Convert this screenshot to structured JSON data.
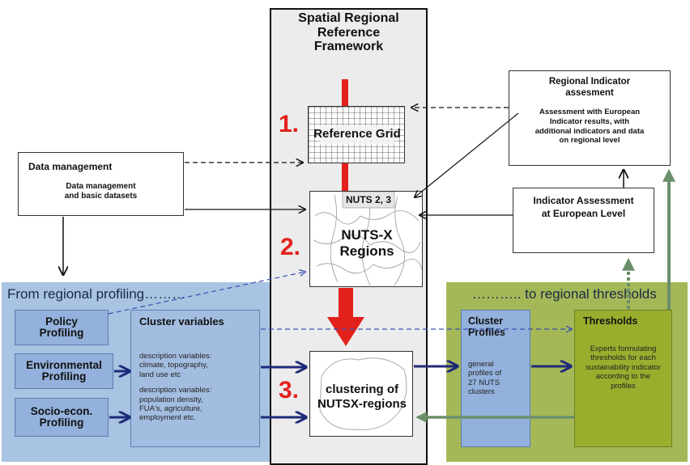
{
  "center": {
    "title_lines": [
      "Spatial Regional",
      "Reference",
      "Framework"
    ],
    "steps": [
      {
        "number": "1.",
        "label": "Reference Grid"
      },
      {
        "number": "2.",
        "label_lines": [
          "NUTS-X",
          "Regions"
        ],
        "sublabel": "NUTS 2, 3"
      },
      {
        "number": "3.",
        "label_lines": [
          "clustering of",
          "NUTSX-regions"
        ]
      }
    ]
  },
  "data_management": {
    "title": "Data management",
    "subtitle_lines": [
      "Data management",
      "and basic datasets"
    ]
  },
  "regional_indicator": {
    "title_lines": [
      "Regional Indicator",
      "assesment"
    ],
    "body_lines": [
      "Assessment with European",
      "Indicator results, with",
      "additional indicators and data",
      "on regional level"
    ]
  },
  "european_indicator": {
    "title_lines": [
      "Indicator Assessment",
      "at European Level"
    ]
  },
  "left_panel": {
    "title": "From regional profiling………",
    "profiles": [
      {
        "lines": [
          "Policy",
          "Profiling"
        ]
      },
      {
        "lines": [
          "Environmental",
          "Profiling"
        ]
      },
      {
        "lines": [
          "Socio-econ.",
          "Profiling"
        ]
      }
    ],
    "cluster_variables": {
      "title": "Cluster variables",
      "desc1_lines": [
        "description variables:",
        "climate, topography,",
        "land use etc"
      ],
      "desc2_lines": [
        "description variables:",
        "population density,",
        "FUA's, agriculture,",
        "employment etc."
      ]
    }
  },
  "right_panel": {
    "title": "……….. to regional thresholds",
    "cluster_profiles": {
      "title_lines": [
        "Cluster",
        "Profiles"
      ],
      "body_lines": [
        "general",
        "profiles of",
        "27 NUTS",
        "clusters"
      ]
    },
    "thresholds": {
      "title": "Thresholds",
      "body_lines": [
        "Experts formulating",
        "thresholds for each",
        "sustainability indicator",
        "according to the",
        "profiles"
      ]
    }
  },
  "colors": {
    "red": "#e3211c",
    "navy_arrow": "#1f2a7a",
    "green_arrow": "#6b8f6a",
    "left_panel_bg": "#a9c3e2",
    "right_panel_bg": "#a5b858",
    "thresholds_bg": "#9aae2e"
  }
}
